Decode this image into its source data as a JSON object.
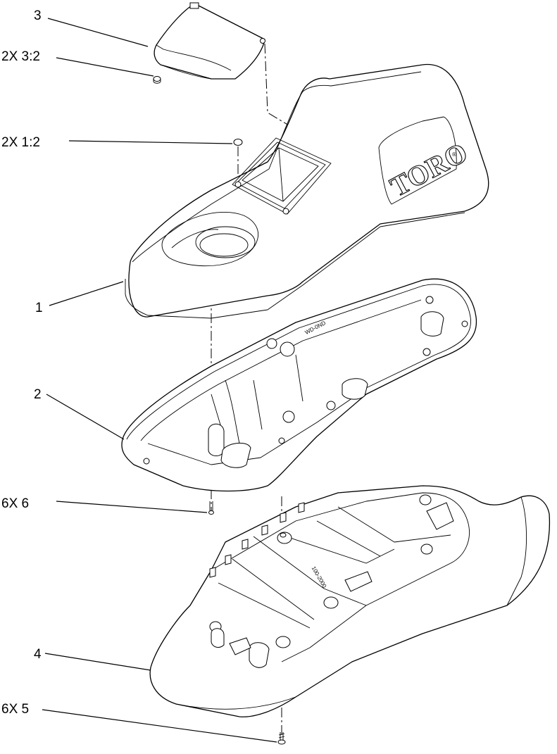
{
  "callouts": {
    "part_3": "3",
    "qty_3_2": "2X 3:2",
    "qty_1_2": "2X 1:2",
    "part_1": "1",
    "part_2": "2",
    "qty_6": "6X 6",
    "part_4": "4",
    "qty_5": "6X 5"
  },
  "housing": {
    "logo": "TORO"
  },
  "colors": {
    "line": "#000000",
    "background": "#ffffff"
  }
}
